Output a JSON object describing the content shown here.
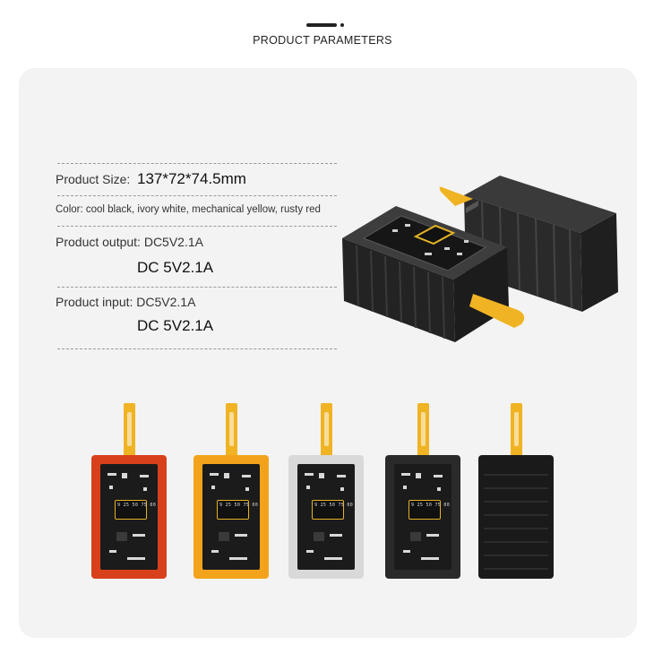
{
  "header": {
    "title": "PRODUCT PARAMETERS"
  },
  "specs": {
    "size_label": "Product Size:",
    "size_value": "137*72*74.5mm",
    "color_line": "Color: cool black, ivory white, mechanical yellow, rusty red",
    "output_line": "Product output: DC5V2.1A",
    "output_value": "DC 5V2.1A",
    "input_line": "Product input: DC5V2.1A",
    "input_value": "DC 5V2.1A"
  },
  "variants": [
    {
      "name": "rusty-red",
      "color": "#d8401c"
    },
    {
      "name": "mechanical-yellow",
      "color": "#f3a31b"
    },
    {
      "name": "ivory-white",
      "color": "#d9d9d9"
    },
    {
      "name": "cool-black-transparent",
      "color": "#2a2a2a"
    },
    {
      "name": "cool-black-solid",
      "color": "#1a1a1a"
    }
  ],
  "colors": {
    "strap": "#f0b323",
    "screen_border": "#e6b325",
    "panel_bg": "#f3f3f3"
  }
}
